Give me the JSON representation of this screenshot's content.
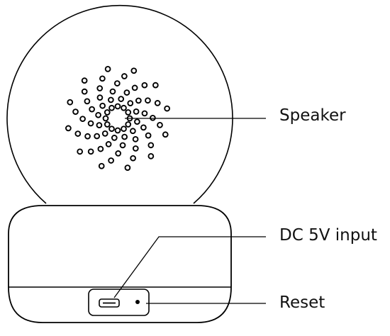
{
  "diagram": {
    "labels": {
      "speaker": "Speaker",
      "dc_input": "DC 5V input",
      "reset": "Reset"
    },
    "colors": {
      "stroke": "#000000",
      "background": "#ffffff"
    }
  }
}
